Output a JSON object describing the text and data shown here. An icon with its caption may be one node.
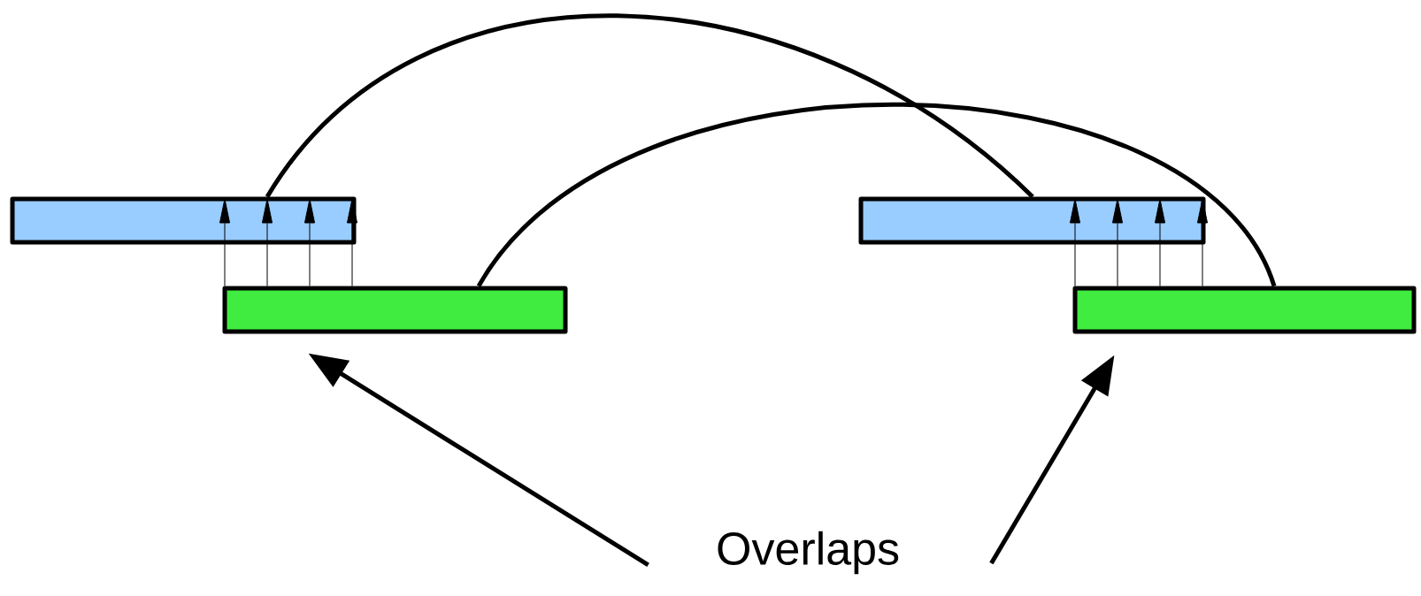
{
  "diagram": {
    "nodes": [
      {
        "text": [],
        "shape": "box"
      },
      {
        "text": [],
        "shape": "box"
      },
      {
        "text": [],
        "shape": "box"
      },
      {
        "text": [],
        "shape": "box"
      },
      {
        "text": [
          "Overlaps"
        ]
      }
    ],
    "edges": [
      {
        "from": 0,
        "to": 2,
        "arrow": "none",
        "style": "thick"
      },
      {
        "from": 1,
        "to": 3,
        "arrow": "none",
        "style": "thick"
      },
      {
        "from": 1,
        "to": 0,
        "arrow": "to"
      },
      {
        "from": 1,
        "to": 0,
        "arrow": "to"
      },
      {
        "from": 1,
        "to": 0,
        "arrow": "to"
      },
      {
        "from": 1,
        "to": 0,
        "arrow": "to"
      },
      {
        "from": 3,
        "to": 2,
        "arrow": "to"
      },
      {
        "from": 3,
        "to": 2,
        "arrow": "to"
      },
      {
        "from": 3,
        "to": 2,
        "arrow": "to"
      },
      {
        "from": 3,
        "to": 2,
        "arrow": "to"
      },
      {
        "from": 4,
        "to": 1,
        "arrow": "to",
        "style": "thick"
      },
      {
        "from": 4,
        "to": 3,
        "arrow": "to",
        "style": "thick"
      }
    ]
  }
}
